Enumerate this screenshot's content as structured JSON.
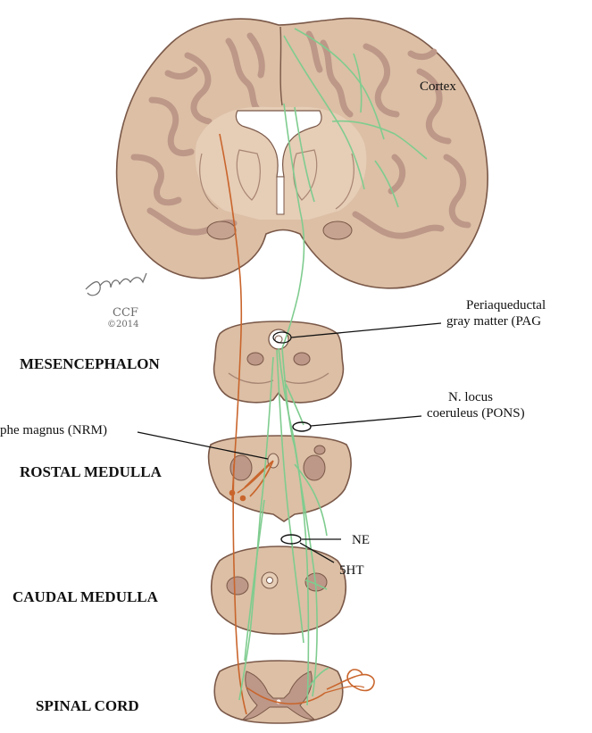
{
  "colors": {
    "tissue": "#dcbfa5",
    "tissue_edge": "#7a5848",
    "gray_matter": "#bd9788",
    "ventricle": "#ffffff",
    "serotonin_path": "#c9652c",
    "norepinephrine_path": "#7fcc8f",
    "text": "#111111"
  },
  "labels": {
    "cortex": "Cortex",
    "pag_line1": "Periaqueductal",
    "pag_line2": "gray matter (PAG",
    "mesencephalon": "MESENCEPHALON",
    "locus_line1": "N. locus",
    "locus_line2": "coeruleus (PONS)",
    "nrm": "phe magnus (NRM)",
    "rostral_medulla": "ROSTAL MEDULLA",
    "ne": "NE",
    "five_ht": "5HT",
    "caudal_medulla": "CAUDAL MEDULLA",
    "spinal_cord": "SPINAL CORD"
  },
  "signature": {
    "scrawl": "Ivanusz",
    "org": "CCF",
    "year": "©2014"
  }
}
